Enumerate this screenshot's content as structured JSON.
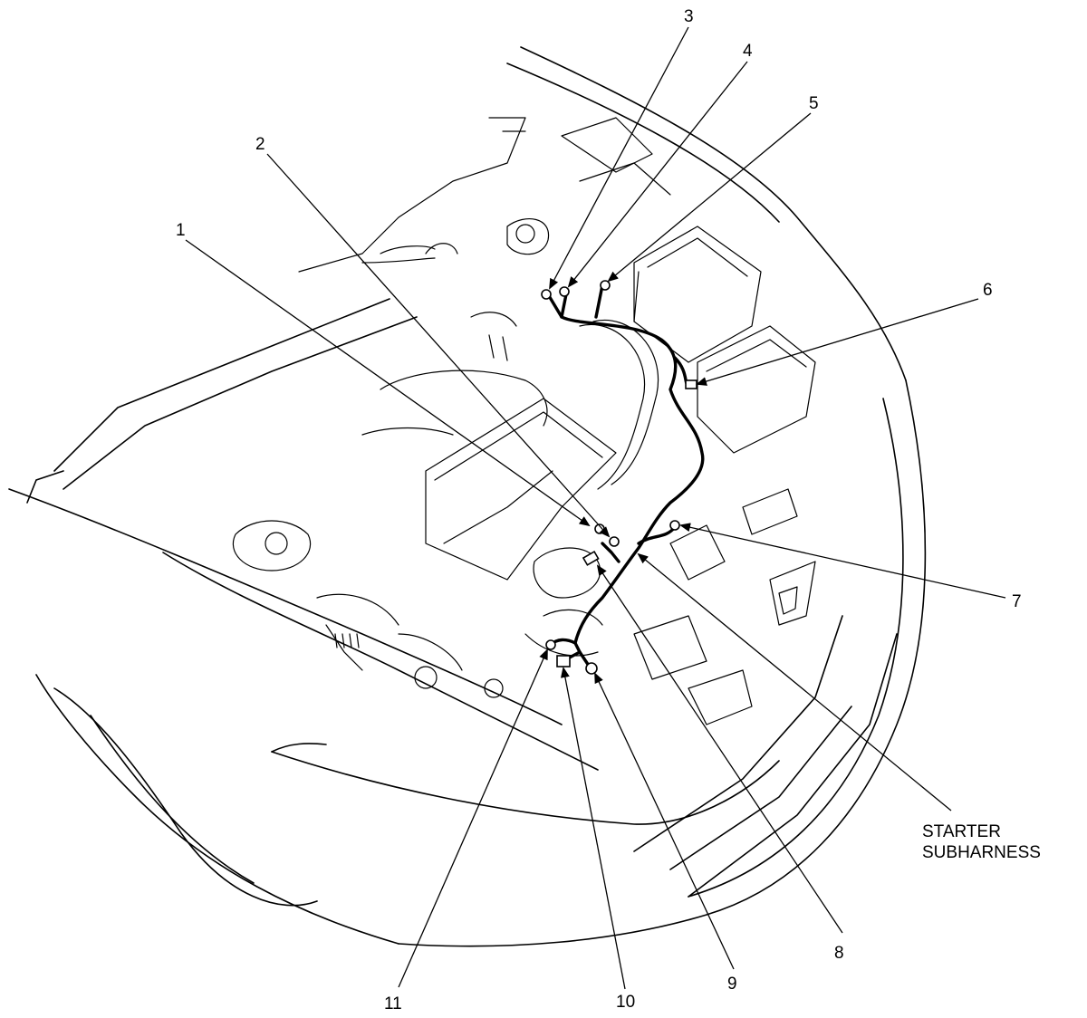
{
  "callouts": [
    {
      "id": "1",
      "label": "1"
    },
    {
      "id": "2",
      "label": "2"
    },
    {
      "id": "3",
      "label": "3"
    },
    {
      "id": "4",
      "label": "4"
    },
    {
      "id": "5",
      "label": "5"
    },
    {
      "id": "6",
      "label": "6"
    },
    {
      "id": "7",
      "label": "7"
    },
    {
      "id": "8",
      "label": "8"
    },
    {
      "id": "9",
      "label": "9"
    },
    {
      "id": "10",
      "label": "10"
    },
    {
      "id": "11",
      "label": "11"
    }
  ],
  "caption": {
    "line1": "STARTER",
    "line2": "SUBHARNESS"
  },
  "colors": {
    "line": "#000000",
    "background": "#ffffff"
  }
}
